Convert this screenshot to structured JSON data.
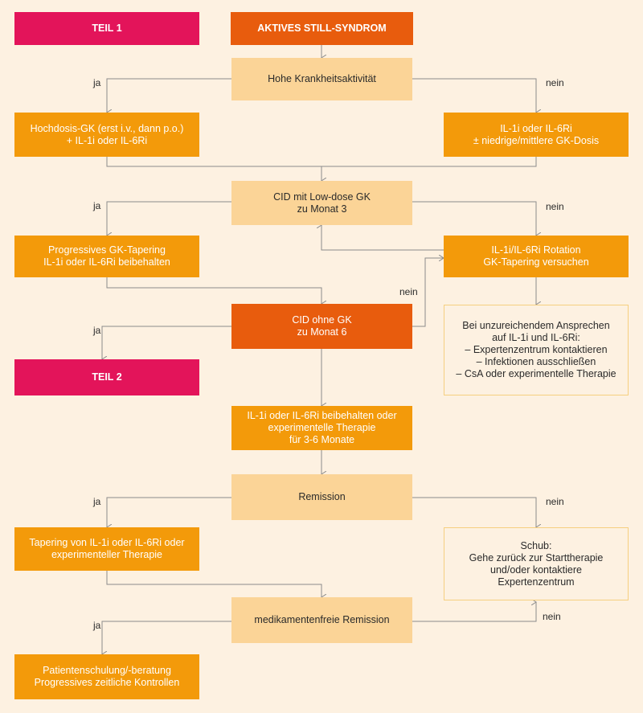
{
  "teil1": "TEIL 1",
  "teil2": "TEIL 2",
  "title": "AKTIVES STILL-SYNDROM",
  "hohe": "Hohe Krankheitsaktivität",
  "hochdosis": "Hochdosis-GK (erst i.v., dann p.o.)\n+ IL-1i oder IL-6Ri",
  "il1_niedrig": "IL-1i oder IL-6Ri\n± niedrige/mittlere GK-Dosis",
  "cid_low": "CID mit Low-dose GK\nzu Monat 3",
  "progressiv": "Progressives GK-Tapering\nIL-1i oder IL-6Ri beibehalten",
  "rotation": "IL-1i/IL-6Ri Rotation\nGK-Tapering versuchen",
  "cid_ohne": "CID ohne GK\nzu Monat 6",
  "unzureichend": "Bei unzureichendem Ansprechen\nauf IL-1i und IL-6Ri:\n– Expertenzentrum kontaktieren\n– Infektionen ausschließen\n– CsA oder experimentelle Therapie",
  "beibehalten": "IL-1i oder IL-6Ri beibehalten oder\nexperimentelle Therapie\nfür 3-6 Monate",
  "remission": "Remission",
  "tapering": "Tapering von IL-1i oder IL-6Ri oder\nexperimenteller Therapie",
  "schub": "Schub:\nGehe zurück zur Starttherapie\nund/oder kontaktiere\nExpertenzentrum",
  "medfrei": "medikamentenfreie Remission",
  "patienten": "Patientenschulung/-beratung\nProgressives zeitliche Kontrollen",
  "labels": {
    "ja": "ja",
    "nein": "nein"
  },
  "colors": {
    "background": "#fdf1e1",
    "pink": "#e3145a",
    "red": "#e85c0d",
    "orange": "#f39a0a",
    "light": "#fbd497",
    "line": "#8c8c8c"
  }
}
